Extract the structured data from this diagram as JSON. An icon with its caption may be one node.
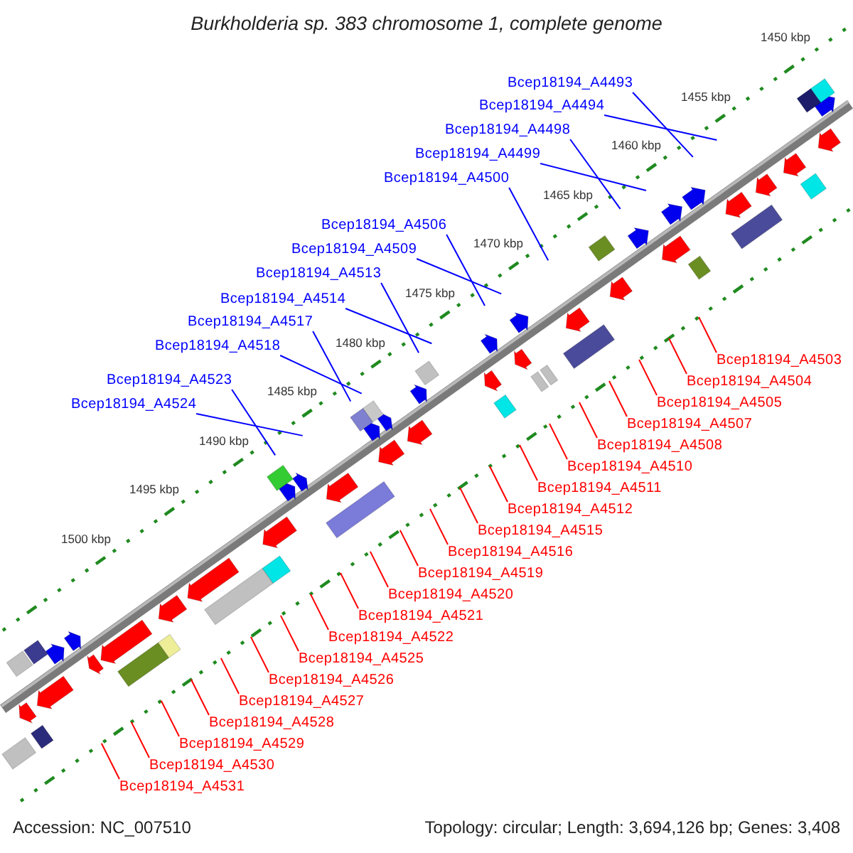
{
  "diagram": {
    "title": "Burkholderia sp. 383 chromosome 1, complete genome",
    "nodes": [
      {
        "text": [
          "Bcep18194_A4493"
        ]
      },
      {
        "text": [
          "Bcep18194_A4494"
        ]
      },
      {
        "text": [
          "Bcep18194_A4498"
        ]
      },
      {
        "text": [
          "Bcep18194_A4499"
        ]
      },
      {
        "text": [
          "Bcep18194_A4500"
        ]
      },
      {
        "text": [
          "Bcep18194_A4506"
        ]
      },
      {
        "text": [
          "Bcep18194_A4509"
        ]
      },
      {
        "text": [
          "Bcep18194_A4513"
        ]
      },
      {
        "text": [
          "Bcep18194_A4514"
        ]
      },
      {
        "text": [
          "Bcep18194_A4517"
        ]
      },
      {
        "text": [
          "Bcep18194_A4518"
        ]
      },
      {
        "text": [
          "Bcep18194_A4523"
        ]
      },
      {
        "text": [
          "Bcep18194_A4524"
        ]
      },
      {
        "text": [
          "Bcep18194_A4503"
        ]
      },
      {
        "text": [
          "Bcep18194_A4504"
        ]
      },
      {
        "text": [
          "Bcep18194_A4505"
        ]
      },
      {
        "text": [
          "Bcep18194_A4507"
        ]
      },
      {
        "text": [
          "Bcep18194_A4508"
        ]
      },
      {
        "text": [
          "Bcep18194_A4510"
        ]
      },
      {
        "text": [
          "Bcep18194_A4511"
        ]
      },
      {
        "text": [
          "Bcep18194_A4512"
        ]
      },
      {
        "text": [
          "Bcep18194_A4515"
        ]
      },
      {
        "text": [
          "Bcep18194_A4516"
        ]
      },
      {
        "text": [
          "Bcep18194_A4519"
        ]
      },
      {
        "text": [
          "Bcep18194_A4520"
        ]
      },
      {
        "text": [
          "Bcep18194_A4521"
        ]
      },
      {
        "text": [
          "Bcep18194_A4522"
        ]
      },
      {
        "text": [
          "Bcep18194_A4525"
        ]
      },
      {
        "text": [
          "Bcep18194_A4526"
        ]
      },
      {
        "text": [
          "Bcep18194_A4527"
        ]
      },
      {
        "text": [
          "Bcep18194_A4528"
        ]
      },
      {
        "text": [
          "Bcep18194_A4529"
        ]
      },
      {
        "text": [
          "Bcep18194_A4530"
        ]
      },
      {
        "text": [
          "Bcep18194_A4531"
        ]
      }
    ],
    "edges": [
      {
        "from": 0,
        "to": null,
        "arrow": "none",
        "color": "#0000ff"
      },
      {
        "from": 1,
        "to": null,
        "arrow": "none",
        "color": "#0000ff"
      },
      {
        "from": 2,
        "to": null,
        "arrow": "none",
        "color": "#0000ff"
      },
      {
        "from": 3,
        "to": null,
        "arrow": "none",
        "color": "#0000ff"
      },
      {
        "from": 4,
        "to": null,
        "arrow": "none",
        "color": "#0000ff"
      },
      {
        "from": 5,
        "to": null,
        "arrow": "none",
        "color": "#0000ff"
      },
      {
        "from": 6,
        "to": null,
        "arrow": "none",
        "color": "#0000ff"
      },
      {
        "from": 7,
        "to": null,
        "arrow": "none",
        "color": "#0000ff"
      },
      {
        "from": 8,
        "to": null,
        "arrow": "none",
        "color": "#0000ff"
      },
      {
        "from": 9,
        "to": null,
        "arrow": "none",
        "color": "#0000ff"
      },
      {
        "from": 10,
        "to": null,
        "arrow": "none",
        "color": "#0000ff"
      },
      {
        "from": 11,
        "to": null,
        "arrow": "none",
        "color": "#0000ff"
      },
      {
        "from": 12,
        "to": null,
        "arrow": "none",
        "color": "#0000ff"
      },
      {
        "from": 13,
        "to": null,
        "arrow": "none"
      },
      {
        "from": 14,
        "to": null,
        "arrow": "none"
      },
      {
        "from": 15,
        "to": null,
        "arrow": "none"
      },
      {
        "from": 16,
        "to": null,
        "arrow": "none"
      },
      {
        "from": 17,
        "to": null,
        "arrow": "none"
      },
      {
        "from": 18,
        "to": null,
        "arrow": "none"
      },
      {
        "from": 19,
        "to": null,
        "arrow": "none"
      },
      {
        "from": 20,
        "to": null,
        "arrow": "none"
      },
      {
        "from": 21,
        "to": null,
        "arrow": "none"
      },
      {
        "from": 22,
        "to": null,
        "arrow": "none"
      },
      {
        "from": 23,
        "to": null,
        "arrow": "none"
      },
      {
        "from": 24,
        "to": null,
        "arrow": "none"
      },
      {
        "from": 25,
        "to": null,
        "arrow": "none"
      },
      {
        "from": 26,
        "to": null,
        "arrow": "none"
      },
      {
        "from": 27,
        "to": null,
        "arrow": "none"
      },
      {
        "from": 28,
        "to": null,
        "arrow": "none"
      },
      {
        "from": 29,
        "to": null,
        "arrow": "none"
      },
      {
        "from": 30,
        "to": null,
        "arrow": "none"
      },
      {
        "from": 31,
        "to": null,
        "arrow": "none"
      },
      {
        "from": 32,
        "to": null,
        "arrow": "none"
      },
      {
        "from": 33,
        "to": null,
        "arrow": "none"
      }
    ],
    "labels": [
      "1450 kbp",
      "1455 kbp",
      "1460 kbp",
      "1465 kbp",
      "1470 kbp",
      "1475 kbp",
      "1480 kbp",
      "1485 kbp",
      "1490 kbp",
      "1495 kbp",
      "1500 kbp",
      "Accession: NC_007510",
      "Topology: circular; Length: 3,694,126 bp; Genes: 3,408"
    ]
  }
}
